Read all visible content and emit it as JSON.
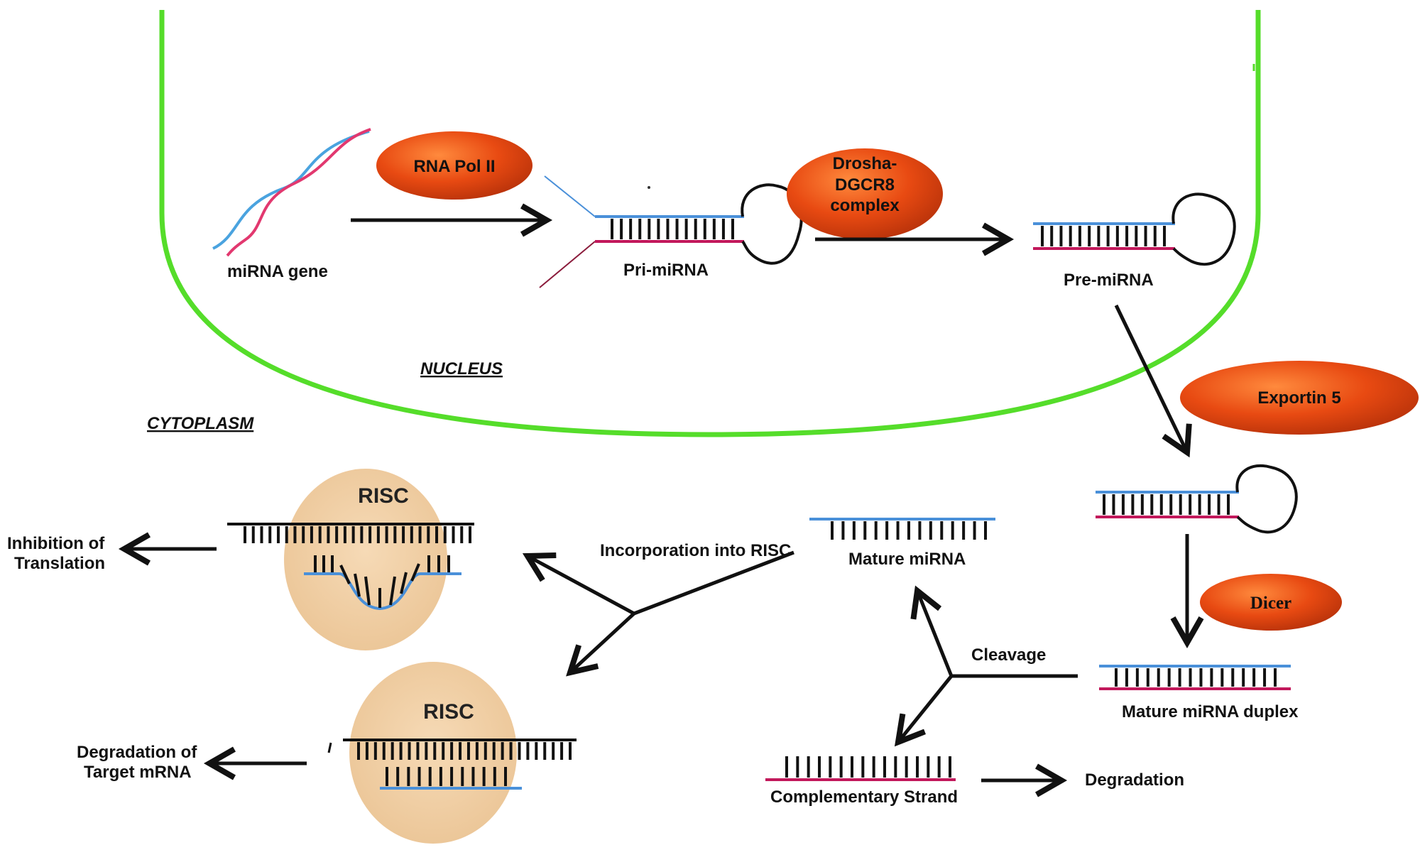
{
  "regions": {
    "nucleus": "NUCLEUS",
    "cytoplasm": "CYTOPLASM"
  },
  "enzymes": {
    "rna_pol": "RNA Pol II",
    "drosha_line1": "Drosha-",
    "drosha_line2": "DGCR8",
    "drosha_line3": "complex",
    "exportin": "Exportin 5",
    "dicer": "Dicer"
  },
  "molecules": {
    "gene": "miRNA gene",
    "pri": "Pri-miRNA",
    "pre": "Pre-miRNA",
    "duplex": "Mature miRNA duplex",
    "mature": "Mature miRNA",
    "complementary": "Complementary Strand"
  },
  "processes": {
    "cleavage": "Cleavage",
    "incorporation": "Incorporation into RISC",
    "degradation": "Degradation"
  },
  "risc": {
    "top_label": "RISC",
    "bottom_label": "RISC"
  },
  "outcomes": {
    "inhibition_line1": "Inhibition of",
    "inhibition_line2": "Translation",
    "target_deg_line1": "Degradation of",
    "target_deg_line2": "Target mRNA"
  },
  "colors": {
    "membrane": "#55dd2a",
    "enzyme": "#e84a12",
    "strand_blue": "#4a90d9",
    "strand_red": "#c2185b",
    "risc_fill": "#f0cfa6",
    "arrow": "#111111"
  }
}
